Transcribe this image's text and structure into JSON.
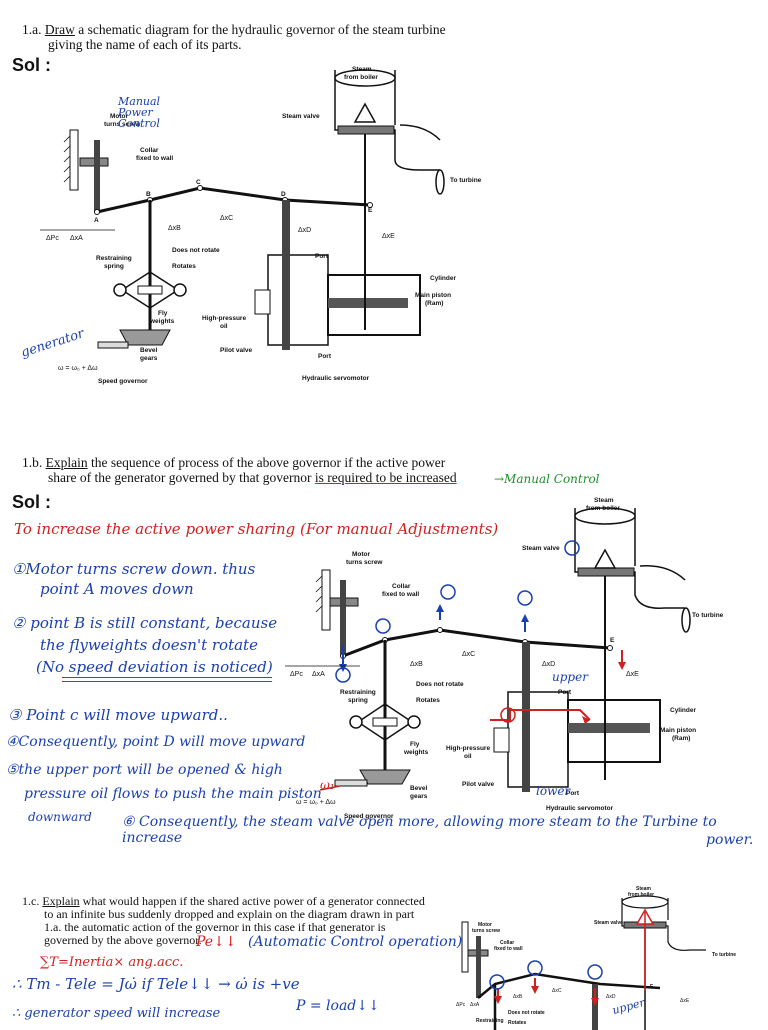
{
  "q1a": {
    "prefix": "1.a. ",
    "verb": "Draw",
    "line1": " a schematic diagram for the hydraulic governor of the steam turbine",
    "line2": "giving the name of each of its parts."
  },
  "q1b": {
    "prefix": "1.b. ",
    "verb": "Explain",
    "line1": " the sequence of process of the above governor if the active power",
    "line2a": "share of the generator governed by that governor ",
    "line2b": "is required to be increased"
  },
  "q1c": {
    "prefix": "1.c. ",
    "verb": "Explain",
    "line1": " what would happen if the shared active power of a generator connected",
    "line2": "to an infinite bus suddenly dropped and explain on the diagram drawn in part",
    "line3": "1.a. the automatic action of the governor in this case if that generator is",
    "line4": "governed by the above governor."
  },
  "sol_label": "Sol :",
  "diagram": {
    "steam_from_boiler": "Steam\nfrom boiler",
    "steam_line1": "Steam",
    "steam_line2": "from boiler",
    "steam_valve": "Steam valve",
    "motor_line1": "Motor",
    "motor_line2": "turns screw",
    "collar_line1": "Collar",
    "collar_line2": "fixed to wall",
    "to_turbine": "To turbine",
    "does_not_rotate": "Does not rotate",
    "restraining_line1": "Restraining",
    "restraining_line2": "spring",
    "rotates": "Rotates",
    "port": "Port",
    "cylinder": "Cylinder",
    "main_piston_line1": "Main piston",
    "main_piston_line2": "(Ram)",
    "fly_line1": "Fly",
    "fly_line2": "weights",
    "high_pressure_line1": "High-pressure",
    "high_pressure_line2": "oil",
    "bevel_line1": "Bevel",
    "bevel_line2": "gears",
    "pilot_valve": "Pilot valve",
    "speed_governor": "Speed governor",
    "hydraulic_servomotor": "Hydraulic servomotor",
    "omega_eq": "ω = ω₀ + Δω",
    "point_a": "A",
    "point_b": "B",
    "point_c": "C",
    "point_d": "D",
    "point_e": "E",
    "dpc": "ΔPc",
    "dxa": "ΔxA",
    "dxb": "ΔxB",
    "dxc": "ΔxC",
    "dxd": "ΔxD",
    "dxe": "ΔxE"
  },
  "annotations_1a": {
    "manual_power_control": "Manual Power Control",
    "generator": "generator"
  },
  "annotations_1b": {
    "manual_control": "→Manual Control",
    "title": "To increase the active power sharing (For manual Adjustments)",
    "s1a": "①Motor turns screw down. thus",
    "s1b": "point A moves down",
    "s2a": "② point B is still constant, because",
    "s2b": "the flyweights doesn't rotate",
    "s2c": "(No speed deviation is noticed)",
    "s3": "③ Point c will move upward..",
    "s4": "④Consequently, point D will move upward",
    "s5a": "⑤the upper port will be opened & high",
    "s5b": "pressure oil flows to push the main piston",
    "s5c": "downward",
    "s6a": "⑥ Consequently, the steam valve open more, allowing more steam to the Turbine to increase",
    "s6b": "power.",
    "upper_port": "upper",
    "lower_port": "lower",
    "omega1": "ω₁"
  },
  "annotations_1c": {
    "pe": "Pe↓↓",
    "auto": "(Automatic Control operation)",
    "sum_t": "∑T=Inertia× ang.acc.",
    "eq": "∴ Tm - Tele = Jω̇   if Tele↓↓ → ω̇ is +ve",
    "p_load": "P = load↓↓",
    "speed": "∴ generator speed will increase",
    "upper": "upper"
  }
}
